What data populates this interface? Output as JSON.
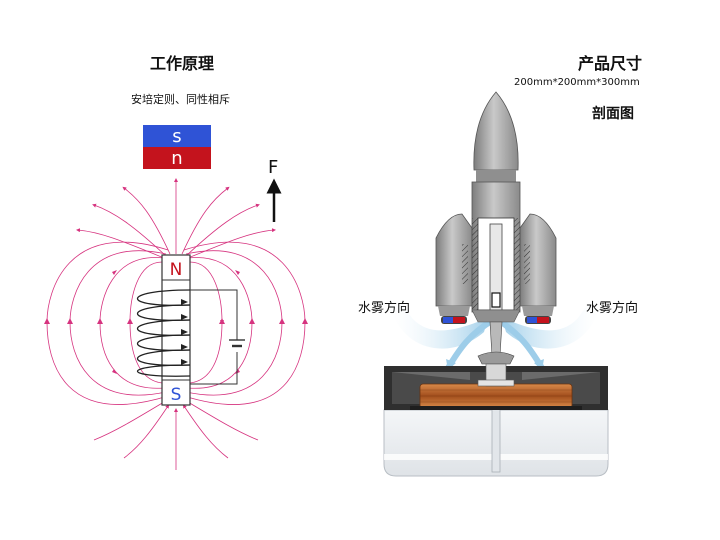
{
  "left": {
    "title": "工作原理",
    "subtitle": "安培定则、同性相斥",
    "magnet_top_label": "s",
    "magnet_bottom_label": "n",
    "coil_north_label": "N",
    "coil_south_label": "S",
    "force_label": "F"
  },
  "right": {
    "title": "产品尺寸",
    "size": "200mm*200mm*300mm",
    "section_label": "剖面图",
    "mist_left": "水雾方向",
    "mist_right": "水雾方向"
  },
  "colors": {
    "field_lines": "#d6337f",
    "magnet_blue": "#2f53d6",
    "magnet_red": "#c4131d",
    "north_red": "#c4131d",
    "south_blue": "#2f53d6",
    "rocket_gray": "#a9a9a9",
    "base_dark": "#3a3a3a",
    "coil_copper": "#b5652b",
    "mist_blue": "#a9d3ee"
  }
}
